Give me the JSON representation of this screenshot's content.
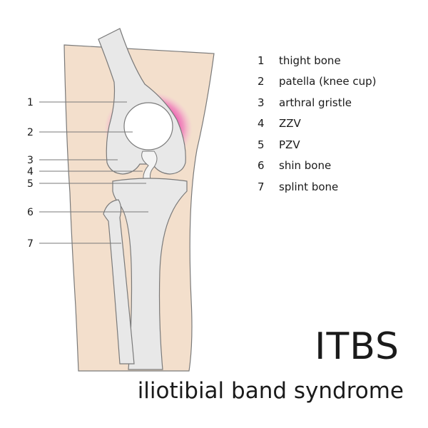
{
  "legend": [
    {
      "number": "1",
      "label": "thight bone"
    },
    {
      "number": "2",
      "label": "patella (knee cup)"
    },
    {
      "number": "3",
      "label": "arthral gristle"
    },
    {
      "number": "4",
      "label": "ZZV"
    },
    {
      "number": "5",
      "label": "PZV"
    },
    {
      "number": "6",
      "label": "shin bone"
    },
    {
      "number": "7",
      "label": "splint bone"
    }
  ],
  "callouts": [
    "1",
    "2",
    "3",
    "4",
    "5",
    "6",
    "7"
  ],
  "title": "ITBS",
  "subtitle": "iliotibial band syndrome",
  "colors": {
    "skin": "#f3dfcc",
    "bone": "#e8e8e8",
    "bone_outline": "#7a7a7a",
    "inflammation": "#e5199a",
    "text": "#1a1a1a"
  }
}
